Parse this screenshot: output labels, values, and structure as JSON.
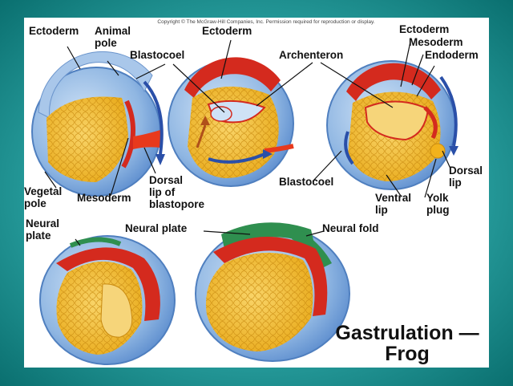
{
  "copyright": "Copyright © The McGraw-Hill Companies, Inc. Permission required for reproduction or display.",
  "labels": {
    "ectoderm_1": "Ectoderm",
    "animal_pole_1": "Animal",
    "animal_pole_2": "pole",
    "blastocoel_1": "Blastocoel",
    "ectoderm_2": "Ectoderm",
    "archenteron": "Archenteron",
    "ectoderm_3": "Ectoderm",
    "mesoderm_3": "Mesoderm",
    "endoderm_3": "Endoderm",
    "vegetal_1": "Vegetal",
    "vegetal_2": "pole",
    "mesoderm_1": "Mesoderm",
    "dorsal_lip_1": "Dorsal",
    "dorsal_lip_2": "lip of",
    "dorsal_lip_3": "blastopore",
    "blastocoel_2": "Blastocoel",
    "ventral_1": "Ventral",
    "ventral_2": "lip",
    "yolk_1": "Yolk",
    "yolk_2": "plug",
    "dorsal_3a": "Dorsal",
    "dorsal_3b": "lip",
    "neural_plate_1": "Neural",
    "neural_plate_2": "plate",
    "neural_plate_b": "Neural plate",
    "neural_fold": "Neural fold"
  },
  "title": {
    "line1": "Gastrulation —",
    "line2": "Frog"
  },
  "colors": {
    "background": "#0e7f7f",
    "ectoderm": "#7fb0e0",
    "mesoderm": "#d42a1e",
    "endoderm": "#f2b21c",
    "neural": "#2f8f4f",
    "arrow": "#2a4fa8"
  }
}
